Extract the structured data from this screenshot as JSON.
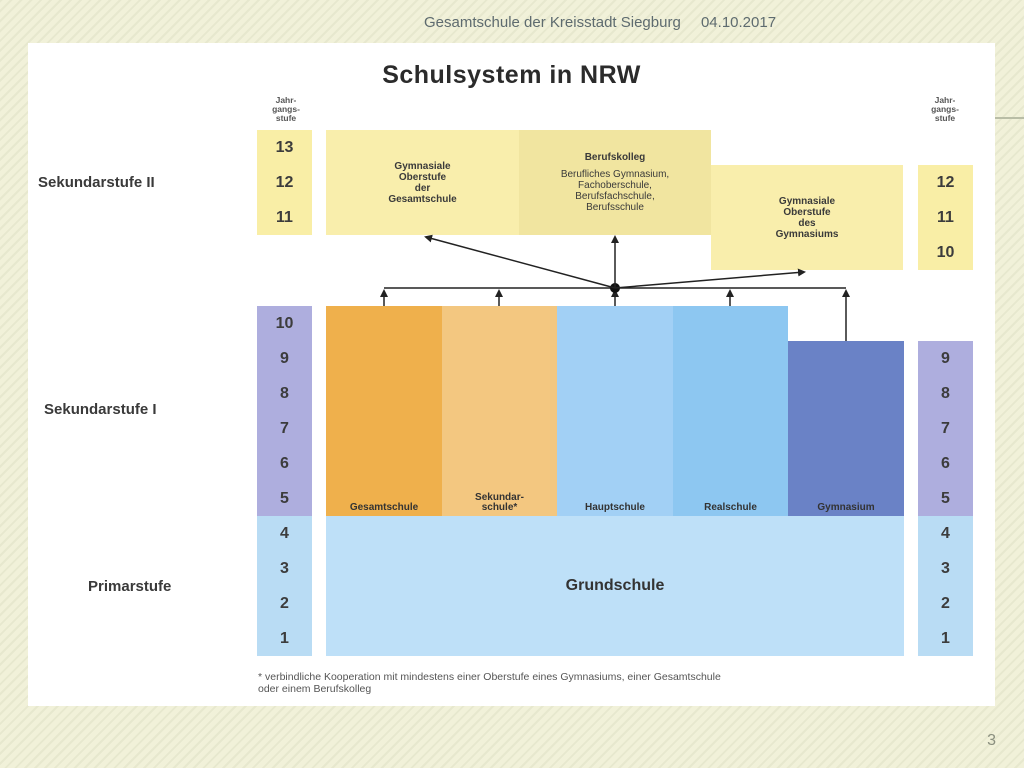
{
  "header": {
    "school": "Gesamtschule der Kreisstadt Siegburg",
    "date": "04.10.2017"
  },
  "slide_number": "3",
  "diagram": {
    "title": "Schulsystem in NRW",
    "jahrgangsstufe_label_left": "Jahr-\ngangs-\nstufe",
    "jahrgangsstufe_label_right": "Jahr-\ngangs-\nstufe",
    "stages": {
      "sek2": "Sekundarstufe II",
      "sek1": "Sekundarstufe I",
      "primar": "Primarstufe"
    },
    "grades_left_sek2": [
      "13",
      "12",
      "11"
    ],
    "grades_left_sek1": [
      "10",
      "9",
      "8",
      "7",
      "6",
      "5"
    ],
    "grades_left_primar": [
      "4",
      "3",
      "2",
      "1"
    ],
    "grades_right_sek2": [
      "12",
      "11",
      "10"
    ],
    "grades_right_sek1": [
      "9",
      "8",
      "7",
      "6",
      "5"
    ],
    "grades_right_primar": [
      "4",
      "3",
      "2",
      "1"
    ],
    "oberstufe_gesamtschule": "Gymnasiale\nOberstufe\nder\nGesamtschule",
    "berufskolleg": {
      "title": "Berufskolleg",
      "subtitle": "Berufliches Gymnasium,\nFachoberschule,\nBerufsfachschule,\nBerufsschule"
    },
    "oberstufe_gymnasium": "Gymnasiale\nOberstufe\ndes\nGymnasiums",
    "schools": {
      "gesamtschule": "Gesamtschule",
      "sekundarschule": "Sekundar-\nschule*",
      "hauptschule": "Hauptschule",
      "realschule": "Realschule",
      "gymnasium": "Gymnasium"
    },
    "grundschule": "Grundschule",
    "colors": {
      "gesamtschule": "#efb04c",
      "sekundarschule": "#f3c780",
      "hauptschule": "#a2d0f5",
      "realschule": "#8dc7f1",
      "gymnasium": "#6a82c6",
      "grundschule": "#bee0f8",
      "oberstufe": "#f9eeac",
      "berufskolleg": "#f1e5a0"
    },
    "footnote": "* verbindliche Kooperation mit mindestens einer Oberstufe eines Gymnasiums, einer Gesamtschule\n  oder einem Berufskolleg"
  }
}
